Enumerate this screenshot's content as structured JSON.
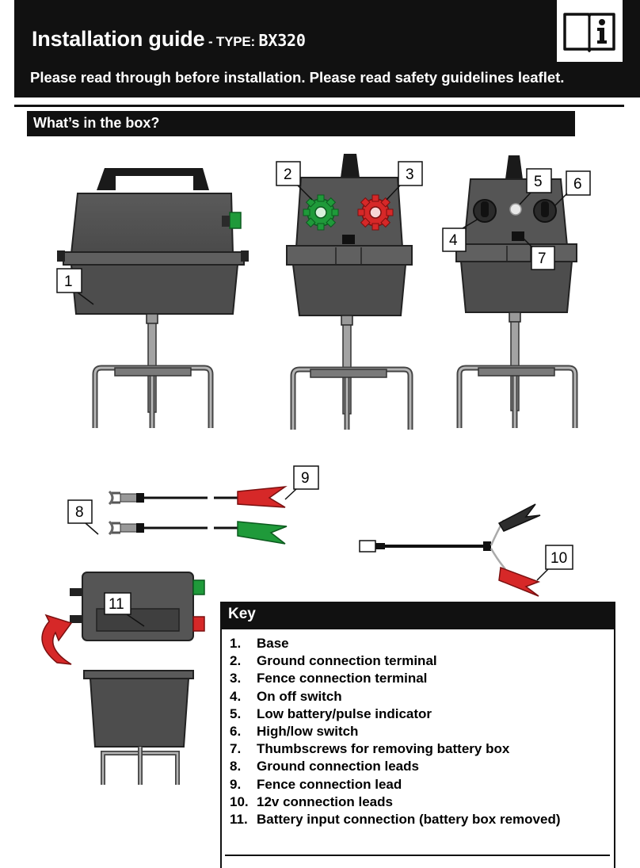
{
  "header": {
    "title": "Installation guide",
    "type_prefix": " - TYPE: ",
    "type_value": "BX320",
    "subtitle": "Please read through before installation. Please read safety guidelines leaflet.",
    "manual_icon": "manual-info-icon"
  },
  "section": {
    "title": "What’s in the box?"
  },
  "callouts": [
    "1",
    "2",
    "3",
    "4",
    "5",
    "6",
    "7",
    "8",
    "9",
    "10",
    "11"
  ],
  "key": {
    "title": "Key",
    "items": [
      {
        "num": "1.",
        "text": "Base"
      },
      {
        "num": "2.",
        "text": "Ground connection terminal"
      },
      {
        "num": "3.",
        "text": "Fence connection terminal"
      },
      {
        "num": "4.",
        "text": "On off switch"
      },
      {
        "num": "5.",
        "text": "Low battery/pulse indicator"
      },
      {
        "num": "6.",
        "text": "High/low switch"
      },
      {
        "num": "7.",
        "text": "Thumbscrews for removing battery box"
      },
      {
        "num": "8.",
        "text": "Ground connection leads"
      },
      {
        "num": "9.",
        "text": "Fence connection lead"
      },
      {
        "num": "10.",
        "text": "12v connection leads"
      },
      {
        "num": "11.",
        "text": "Battery input connection (battery box removed)"
      }
    ]
  },
  "colors": {
    "header_bg": "#111111",
    "body_gray": "#555555",
    "ground_green": "#1f9a3a",
    "fence_red": "#d62828"
  }
}
